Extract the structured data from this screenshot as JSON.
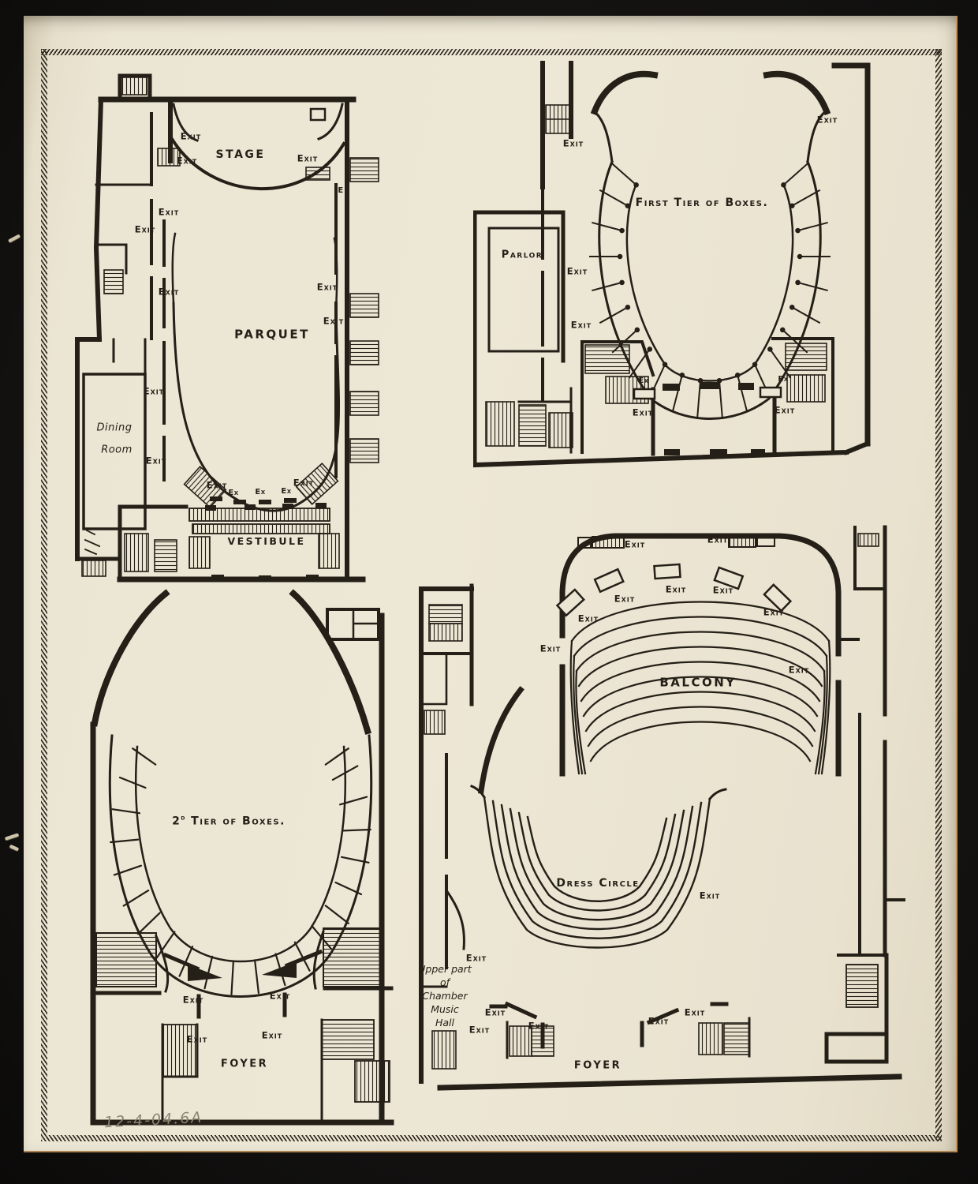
{
  "labels": {
    "exit": "Exit",
    "ex": "Ex",
    "e": "E"
  },
  "plans": {
    "parquet_level": {
      "stage": "STAGE",
      "parquet": "PARQUET",
      "dining_line1": "Dining",
      "dining_line2": "Room",
      "vestibule": "VESTIBULE"
    },
    "first_tier": {
      "title": "First Tier of Boxes.",
      "parlor": "Parlor"
    },
    "second_tier": {
      "title_num": "2",
      "title_sup": "d",
      "title_rest": " Tier of Boxes.",
      "foyer": "FOYER"
    },
    "balcony_level": {
      "balcony": "BALCONY",
      "dress_circle": "Dress Circle",
      "foyer": "FOYER",
      "annex_note": [
        "Upper part",
        "of",
        "Chamber",
        "Music",
        "Hall"
      ]
    }
  },
  "annotations": {
    "handwritten_note": "12-4-04.6A"
  }
}
